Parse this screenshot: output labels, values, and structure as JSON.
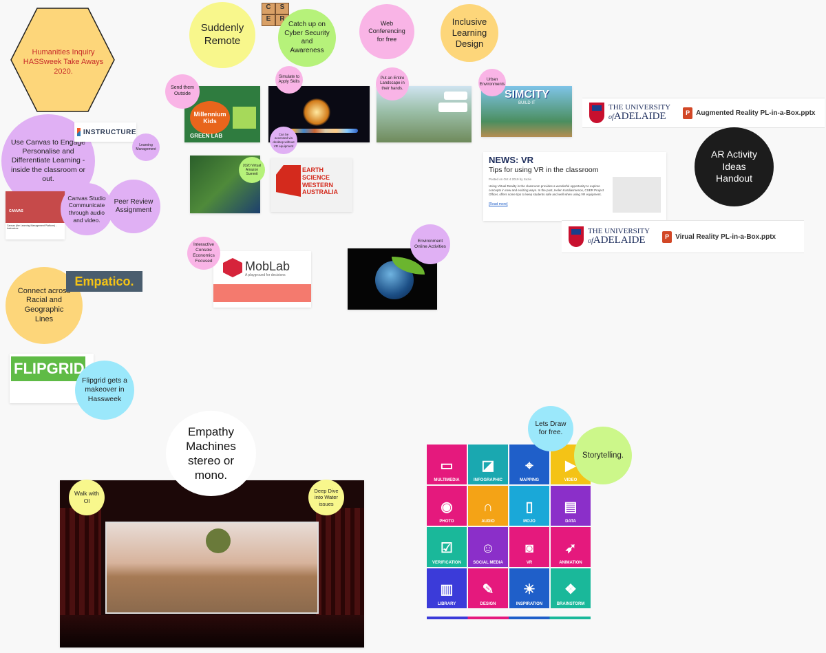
{
  "hexagon": {
    "text": "Humanities Inquiry HASSweek Take Aways  2020."
  },
  "bubbles": {
    "suddenly_remote": "Suddenly Remote",
    "cyber": "Catch up on Cyber Security and Awareness",
    "web_conf": "Web Conferencing for free",
    "inclusive": "Inclusive Learning Design",
    "send_outside": "Send them Outside",
    "simulate": "Simulate to Apply Skills",
    "landscape": "Put an Entire Landscape in their hands.",
    "urban": "Urban Environments",
    "vr_desktop": "Can be accessed via desktop without VR equipment",
    "amazon": "2020 Virtual Amazon Summit",
    "canvas_main": "Use Canvas to Engage Personalise and Differentiate Learning  - inside the classroom  or out.",
    "learning_mgmt": "Learning Management",
    "canvas_studio": "Canvas Studio Communicate through audio and video.",
    "peer_review": "Peer Review Assignment",
    "connect": "Connect across Racial and Geographic Lines",
    "flipgrid": "Flipgrid gets a makeover in Hassweek",
    "ar_handout": "AR Activity Ideas Handout",
    "economics": "Interactive Console Economics Focused",
    "environment": "Environment Online Activities",
    "empathy": "Empathy Machines stereo or mono.",
    "walk": "Walk with Ol",
    "deep_dive": "Deep Dive into Water issues",
    "draw": "Lets Draw for free.",
    "storytelling": "Storytelling."
  },
  "logos": {
    "instructure": "INSTRUCTURE",
    "empatico": "Empatico.",
    "flipgrid": "FLIPGRID",
    "mobab": "MobLab",
    "mobab_tag": "A playground for decisions",
    "canvas": "CANVAS",
    "canvas_caption": "Canvas (the Learning Management Platform) - Instructure",
    "esoc_letters": [
      "C",
      "S",
      "E",
      "R"
    ],
    "millennium": "Millennium Kids",
    "green_lab": "GREEN LAB",
    "esa": "EARTH SCIENCE WESTERN AUSTRALIA",
    "simcity": "SIMCITY",
    "simcity_sub": "BUILD IT",
    "uoa_the": "THE UNIVERSITY",
    "uoa_of": "of",
    "uoa_name": "ADELAIDE"
  },
  "files": {
    "ar": "Augmented Reality PL-in-a-Box.pptx",
    "vr": "Virual Reality PL-in-a-Box.pptx"
  },
  "news": {
    "heading": "NEWS: VR",
    "title": "Tips for using VR in the classroom",
    "meta": "Posted on Oct 4 2019 by Suzie",
    "body": "Using Virtual Reality in the classroom provides a wonderful opportunity to explore concepts in new and exciting ways. In the post, Helen Kardiasmenos, CSER Project Officer, offers some tips to keep students safe and well when using VR equipment.",
    "more": "[Read more]"
  },
  "tiles": [
    {
      "label": "MULTIMEDIA",
      "color": "#e5197d",
      "icon": "monitor-icon",
      "glyph": "▭"
    },
    {
      "label": "INFOGRAPHIC",
      "color": "#1aa8b0",
      "icon": "infographic-icon",
      "glyph": "◪"
    },
    {
      "label": "MAPPING",
      "color": "#1f5fc9",
      "icon": "map-icon",
      "glyph": "⌖"
    },
    {
      "label": "VIDEO",
      "color": "#f4c316",
      "icon": "video-icon",
      "glyph": "▶"
    },
    {
      "label": "PHOTO",
      "color": "#e5197d",
      "icon": "camera-icon",
      "glyph": "◉"
    },
    {
      "label": "AUDIO",
      "color": "#f4a316",
      "icon": "headphones-icon",
      "glyph": "∩"
    },
    {
      "label": "MOJO",
      "color": "#1aa8d8",
      "icon": "phone-icon",
      "glyph": "▯"
    },
    {
      "label": "DATA",
      "color": "#8b2fc9",
      "icon": "folder-icon",
      "glyph": "▤"
    },
    {
      "label": "VERIFICATION",
      "color": "#1ab89a",
      "icon": "checklist-icon",
      "glyph": "☑"
    },
    {
      "label": "SOCIAL MEDIA",
      "color": "#8b2fc9",
      "icon": "people-icon",
      "glyph": "☺"
    },
    {
      "label": "VR",
      "color": "#e5197d",
      "icon": "vr-headset-icon",
      "glyph": "◙"
    },
    {
      "label": "ANIMATION",
      "color": "#e5197d",
      "icon": "animation-icon",
      "glyph": "➶"
    },
    {
      "label": "LIBRARY",
      "color": "#3b3bd9",
      "icon": "library-icon",
      "glyph": "▥"
    },
    {
      "label": "DESIGN",
      "color": "#e5197d",
      "icon": "design-icon",
      "glyph": "✎"
    },
    {
      "label": "INSPIRATION",
      "color": "#1f5fc9",
      "icon": "lightbulb-icon",
      "glyph": "☀"
    },
    {
      "label": "BRAINSTORM",
      "color": "#1ab89a",
      "icon": "brainstorm-icon",
      "glyph": "❖"
    }
  ]
}
